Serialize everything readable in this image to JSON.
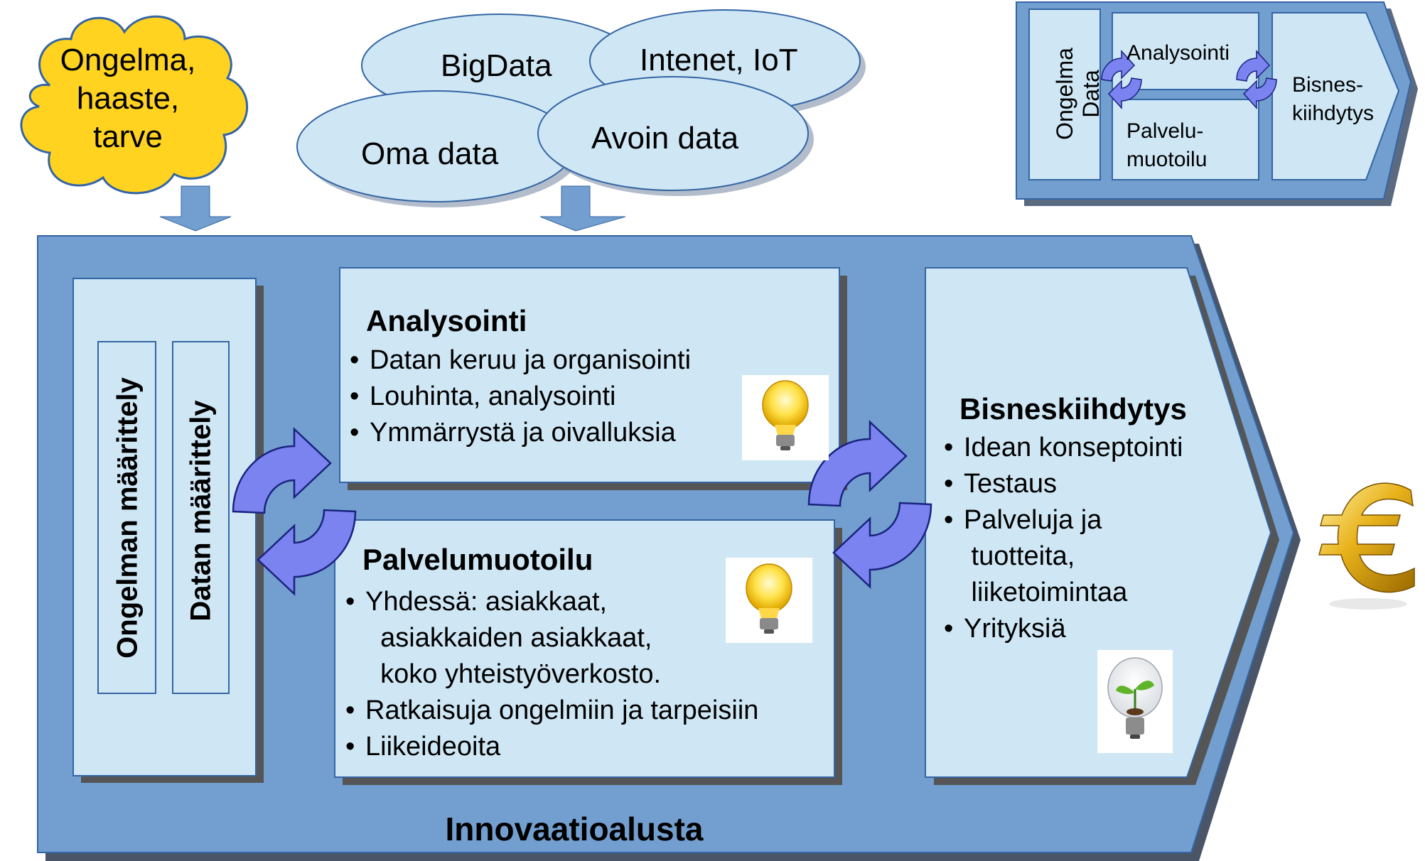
{
  "cloud": {
    "lines": [
      "Ongelma,",
      "haaste,",
      "tarve"
    ]
  },
  "data_sources": [
    {
      "label": "BigData"
    },
    {
      "label": "Intenet, IoT"
    },
    {
      "label": "Oma data"
    },
    {
      "label": "Avoin data"
    }
  ],
  "left_column": {
    "problem_label": "Ongelman määrittely",
    "data_label": "Datan määrittely"
  },
  "analysis": {
    "title": "Analysointi",
    "items": [
      "Datan keruu ja organisointi",
      "Louhinta, analysointi",
      "Ymmärrystä ja oivalluksia"
    ],
    "icon": "lightbulb-icon"
  },
  "service_design": {
    "title": "Palvelumuotoilu",
    "items": [
      "Yhdessä: asiakkaat,\n  asiakkaiden asiakkaat,\n  koko yhteistyöverkosto.",
      "Ratkaisuja ongelmiin ja tarpeisiin",
      "Liikeideoita"
    ],
    "icon": "lightbulb-icon"
  },
  "business": {
    "title": "Bisneskiihdytys",
    "items": [
      "Idean konseptointi",
      "Testaus",
      "Palveluja ja\n tuotteita,\n liiketoimintaa",
      "Yrityksiä"
    ],
    "icon": "plant-bulb-icon"
  },
  "platform_label": "Innovaatioalusta",
  "mini": {
    "problem": "Ongelma",
    "data": "Data",
    "analysis": "Analysointi",
    "service": "Palvelu-\nmuotoilu",
    "business": "Bisnes-\nkiihdytys"
  },
  "euro_icon": "euro-icon",
  "colors": {
    "platform": "#729fcf",
    "panel": "#cfe7f5",
    "cloud": "#ffd320",
    "cycle": "#7b83f0",
    "outline": "#3465a4"
  }
}
